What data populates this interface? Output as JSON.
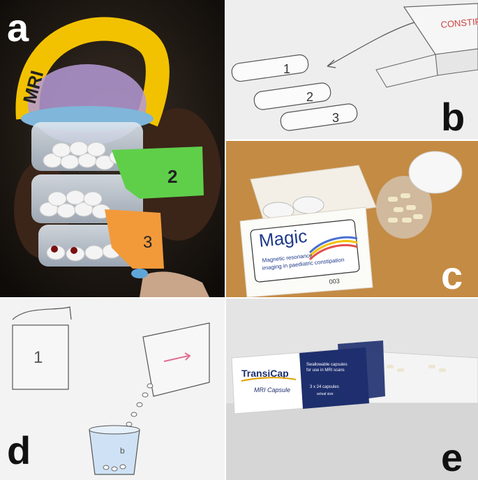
{
  "panels": {
    "a": {
      "letter": "a",
      "band_label": "MRI",
      "tier_two": "2",
      "tier_three": "3"
    },
    "b": {
      "letter": "b",
      "box_label": "CONSTIP",
      "vial_numbers": [
        "1",
        "2",
        "3"
      ]
    },
    "c": {
      "letter": "c",
      "brand": "Magic",
      "tagline_line1": "Magnetic resonance",
      "tagline_line2": "imaging in paediatric constipation",
      "code": "003"
    },
    "d": {
      "letter": "d",
      "sachet_number": "1",
      "cup_mark": "b"
    },
    "e": {
      "letter": "e",
      "brand": "TransiCap",
      "subtitle": "MRI Capsule",
      "blurb_line1": "Swallowable capsules",
      "blurb_line2": "for use in MRI scans",
      "count": "3 x 24 capsules",
      "size_note": "actual size"
    }
  },
  "colors": {
    "panel_a_bg": "#1a1410",
    "yellow_band": "#f2c200",
    "green_tab": "#5fcf4a",
    "orange_tab": "#f29a3a",
    "box_navy": "#1e2f6e",
    "sketch_bg": "#eeeeee",
    "table_bg": "#c8924a"
  }
}
